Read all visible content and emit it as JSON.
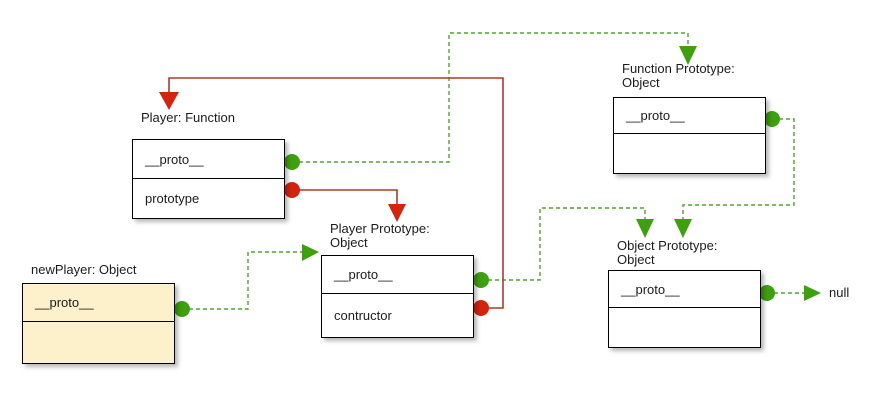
{
  "diagram": {
    "colors": {
      "green_shape": "#3da10e",
      "green_line": "#4fa52c",
      "red_shape": "#d6230e",
      "red_line": "#a83b28",
      "highlight_fill": "#fdf1cb",
      "box_fill": "#ffffff",
      "border": "#000000",
      "text": "#1c1c1c"
    },
    "nodes": [
      {
        "id": "player-function",
        "title": "Player: Function",
        "rows": [
          "__proto__",
          "prototype"
        ]
      },
      {
        "id": "new-player",
        "title": "newPlayer: Object",
        "rows": [
          "__proto__",
          ""
        ],
        "highlighted": true
      },
      {
        "id": "player-prototype",
        "title": "Player Prototype:\nObject",
        "rows": [
          "__proto__",
          "contructor"
        ]
      },
      {
        "id": "function-prototype",
        "title": "Function Prototype:\nObject",
        "rows": [
          "__proto__",
          ""
        ]
      },
      {
        "id": "object-prototype",
        "title": "Object Prototype:\nObject",
        "rows": [
          "__proto__",
          ""
        ]
      }
    ],
    "terminal_label": "null",
    "edges": [
      {
        "from": "Player: Function.__proto__",
        "to": "Function Prototype",
        "color": "green",
        "style": "dashed"
      },
      {
        "from": "Player: Function.prototype",
        "to": "Player Prototype",
        "color": "red",
        "style": "solid"
      },
      {
        "from": "newPlayer.__proto__",
        "to": "Player Prototype",
        "color": "green",
        "style": "dashed"
      },
      {
        "from": "Player Prototype.__proto__",
        "to": "Object Prototype",
        "color": "green",
        "style": "dashed"
      },
      {
        "from": "Player Prototype.contructor",
        "to": "Player: Function",
        "color": "red",
        "style": "solid"
      },
      {
        "from": "Function Prototype.__proto__",
        "to": "Object Prototype",
        "color": "green",
        "style": "dashed"
      },
      {
        "from": "Object Prototype.__proto__",
        "to": "null",
        "color": "green",
        "style": "dashed"
      }
    ]
  }
}
